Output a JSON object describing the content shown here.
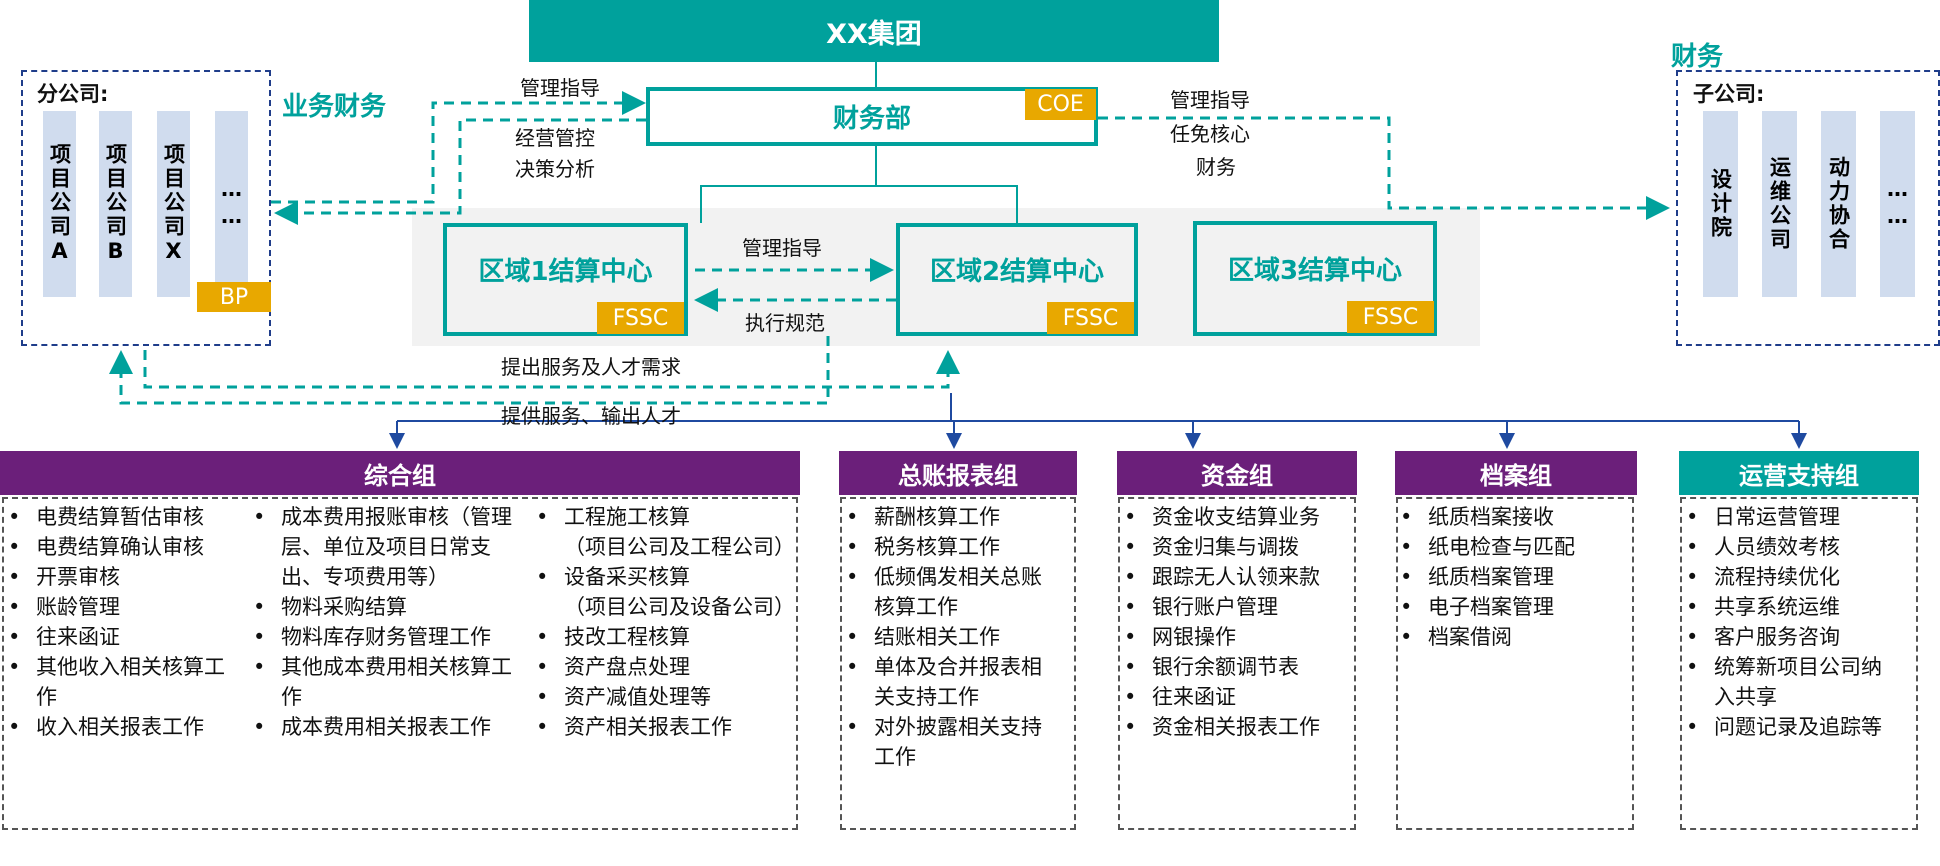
{
  "group": {
    "title": "XX集团"
  },
  "finance_dept": {
    "title": "财务部",
    "tag": "COE"
  },
  "branch": {
    "heading": "分公司:",
    "side_label": "业务财务",
    "columns": [
      "项目公司A",
      "项目公司B",
      "项目公司X",
      "……"
    ],
    "tag": "BP"
  },
  "subsidiary": {
    "heading": "子公司:",
    "side_label": "财务",
    "columns": [
      "设计院",
      "运维公司",
      "动力协合",
      "……"
    ]
  },
  "links": {
    "left_guide": "管理指导",
    "left_control_1": "经营管控",
    "left_control_2": "决策分析",
    "right_guide": "管理指导",
    "right_appoint_1": "任免核心",
    "right_appoint_2": "财务",
    "mid_guide": "管理指导",
    "mid_exec": "执行规范",
    "demand": "提出服务及人才需求",
    "supply": "提供服务、输出人才"
  },
  "regions": [
    {
      "title": "区域1结算中心",
      "tag": "FSSC"
    },
    {
      "title": "区域2结算中心",
      "tag": "FSSC"
    },
    {
      "title": "区域3结算中心",
      "tag": "FSSC"
    }
  ],
  "groups": {
    "general": {
      "title": "综合组",
      "col1": [
        "电费结算暂估审核",
        "电费结算确认审核",
        "开票审核",
        "账龄管理",
        "往来函证",
        "其他收入相关核算工作",
        "收入相关报表工作"
      ],
      "col2": [
        "成本费用报账审核（管理层、单位及项目日常支出、专项费用等）",
        "物料采购结算",
        "物料库存财务管理工作",
        "其他成本费用相关核算工作",
        "成本费用相关报表工作"
      ],
      "col3": [
        "工程施工核算\n（项目公司及工程公司）",
        "设备采买核算\n（项目公司及设备公司）",
        "技改工程核算",
        "资产盘点处理",
        "资产减值处理等",
        "资产相关报表工作"
      ]
    },
    "ledger": {
      "title": "总账报表组",
      "items": [
        "薪酬核算工作",
        "税务核算工作",
        "低频偶发相关总账核算工作",
        "结账相关工作",
        "单体及合并报表相关支持工作",
        "对外披露相关支持工作"
      ]
    },
    "fund": {
      "title": "资金组",
      "items": [
        "资金收支结算业务",
        "资金归集与调拨",
        "跟踪无人认领来款",
        "银行账户管理",
        "网银操作",
        "银行余额调节表",
        "往来函证",
        "资金相关报表工作"
      ]
    },
    "archive": {
      "title": "档案组",
      "items": [
        "纸质档案接收",
        "纸电检查与匹配",
        "纸质档案管理",
        "电子档案管理",
        "档案借阅"
      ]
    },
    "ops": {
      "title": "运营支持组",
      "items": [
        "日常运营管理",
        "人员绩效考核",
        "流程持续优化",
        "共享系统运维",
        "客户服务咨询",
        "统筹新项目公司纳入共享",
        "问题记录及追踪等"
      ]
    }
  },
  "colors": {
    "teal": "#00a19c",
    "purple": "#6b1f7a",
    "orange": "#e8a800",
    "navy": "#1f3d8a",
    "column": "#d0dcee"
  }
}
